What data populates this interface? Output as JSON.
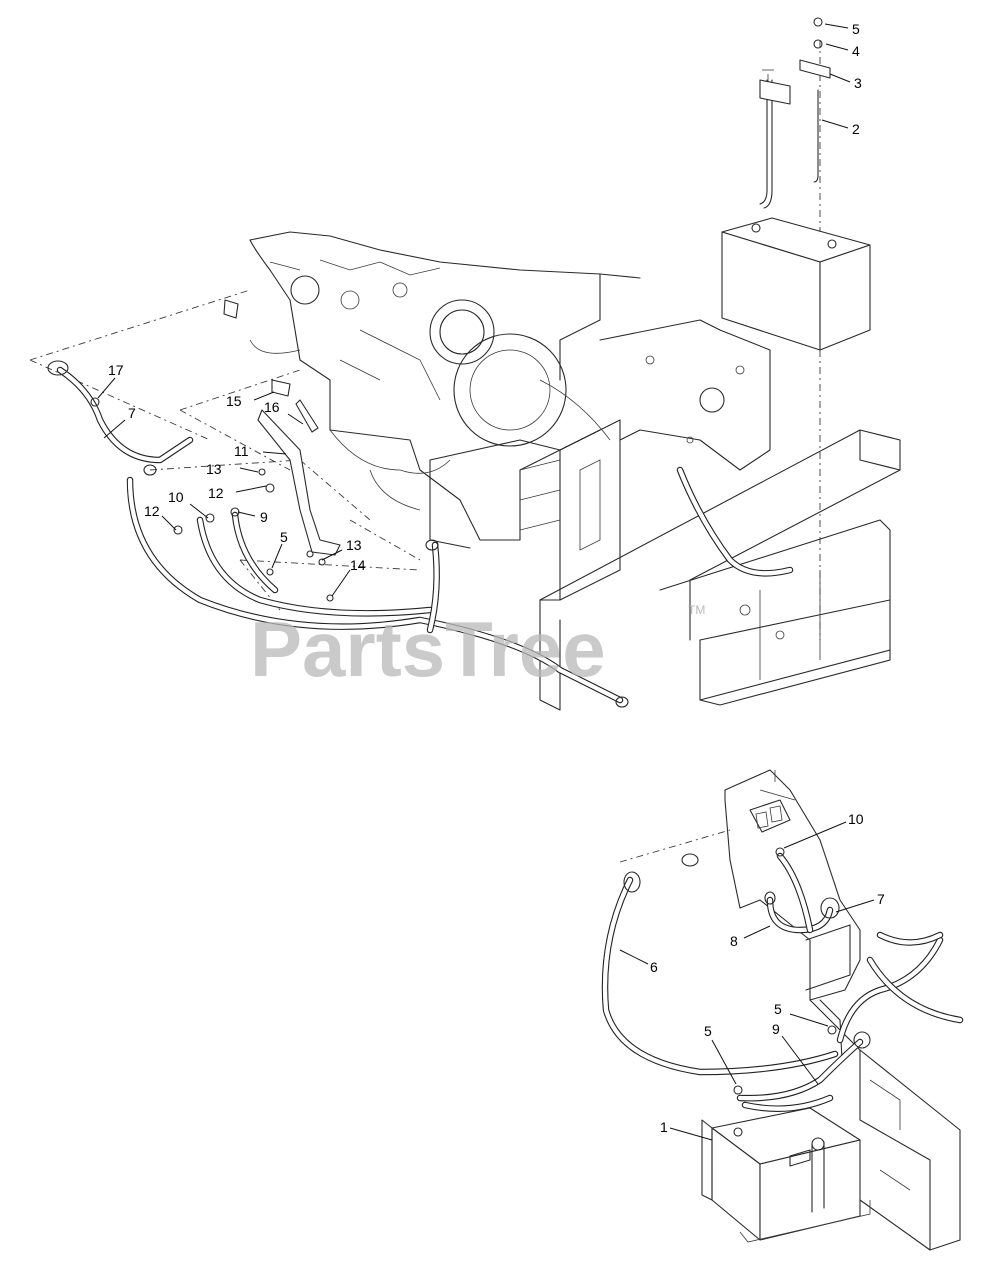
{
  "watermark": {
    "text": "PartsTree",
    "trademark": "TM"
  },
  "callouts_upper": [
    {
      "id": "u5",
      "label": "5"
    },
    {
      "id": "u4",
      "label": "4"
    },
    {
      "id": "u3",
      "label": "3"
    },
    {
      "id": "u2",
      "label": "2"
    },
    {
      "id": "u17",
      "label": "17"
    },
    {
      "id": "u7",
      "label": "7"
    },
    {
      "id": "u15",
      "label": "15"
    },
    {
      "id": "u16",
      "label": "16"
    },
    {
      "id": "u11",
      "label": "11"
    },
    {
      "id": "u13a",
      "label": "13"
    },
    {
      "id": "u12a",
      "label": "12"
    },
    {
      "id": "u10",
      "label": "10"
    },
    {
      "id": "u9",
      "label": "9"
    },
    {
      "id": "u12b",
      "label": "12"
    },
    {
      "id": "u5b",
      "label": "5"
    },
    {
      "id": "u13b",
      "label": "13"
    },
    {
      "id": "u14",
      "label": "14"
    }
  ],
  "callouts_lower": [
    {
      "id": "l10",
      "label": "10"
    },
    {
      "id": "l7",
      "label": "7"
    },
    {
      "id": "l8",
      "label": "8"
    },
    {
      "id": "l6",
      "label": "6"
    },
    {
      "id": "l5a",
      "label": "5"
    },
    {
      "id": "l5b",
      "label": "5"
    },
    {
      "id": "l9",
      "label": "9"
    },
    {
      "id": "l1",
      "label": "1"
    }
  ]
}
